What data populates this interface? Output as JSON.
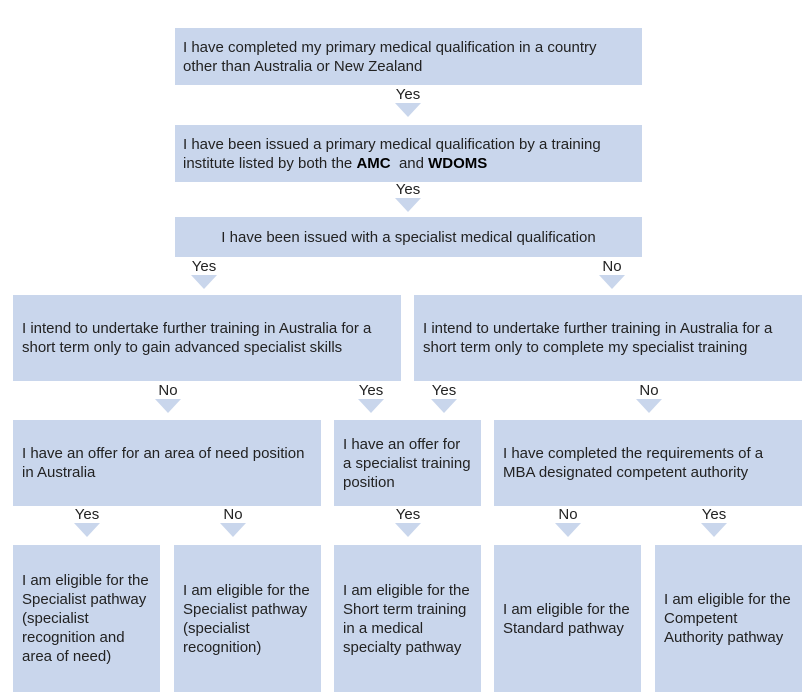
{
  "nodes": {
    "q1": "I have completed my primary medical qualification in a country other than Australia or New Zealand",
    "q2_prefix": "I have been issued a primary medical qualification by a training institute listed by both the ",
    "q2_amc": "AMC",
    "q2_and": "  and ",
    "q2_wdoms": "WDOMS",
    "q3": "I have been issued with a specialist medical qualification",
    "q4_left": "I intend to undertake further training in Australia for a short term only to gain advanced specialist skills",
    "q4_right": "I intend to undertake further training in Australia for a short term only to complete my specialist training",
    "q5_area_of_need": "I have an offer for an area of need position in Australia",
    "q5_training_offer": "I have an offer for a specialist training position",
    "q5_competent_authority": "I have completed the requirements of a MBA designated competent authority",
    "r1": "I am eligible for the Specialist pathway (specialist recognition and area of need)",
    "r2": "I am eligible for the Specialist pathway (specialist recognition)",
    "r3": "I am eligible for the Short term training in a medical specialty pathway",
    "r4": "I am eligible for the Standard pathway",
    "r5": "I am eligible for the Competent Authority pathway"
  },
  "labels": {
    "yes_1": "Yes",
    "yes_2": "Yes",
    "yes_3": "Yes",
    "no_3": "No",
    "no_4l": "No",
    "yes_4l": "Yes",
    "yes_4r": "Yes",
    "no_4r": "No",
    "yes_5a": "Yes",
    "no_5a": "No",
    "yes_5b": "Yes",
    "no_5c": "No",
    "yes_5c": "Yes"
  },
  "colors": {
    "box_fill": "#c9d6ec",
    "text": "#222222"
  }
}
